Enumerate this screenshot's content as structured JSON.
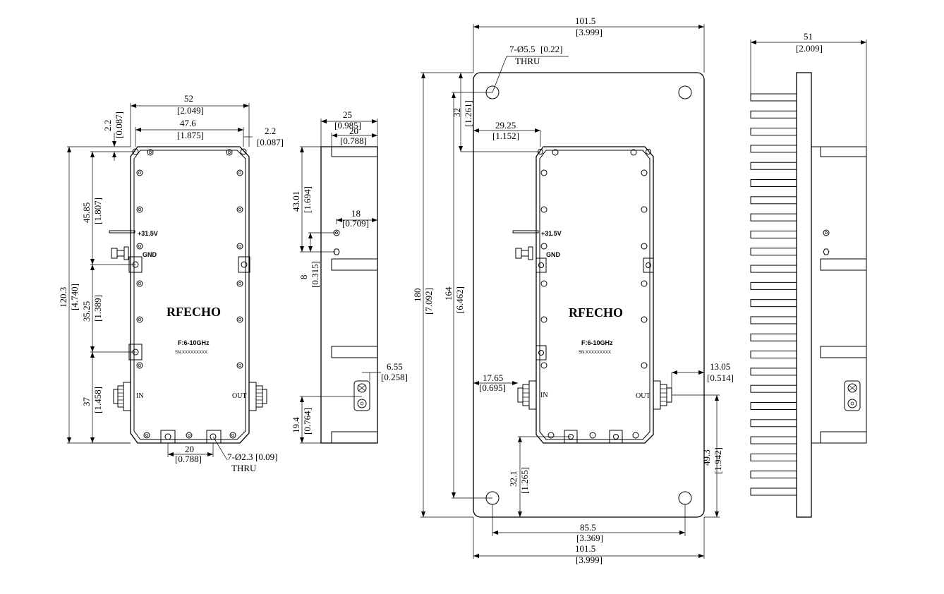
{
  "colors": {
    "line": "#000000",
    "background": "#ffffff"
  },
  "brand": "RFECHO",
  "module": {
    "supply_label": "+31.5V",
    "gnd_label": "GND",
    "freq_label": "F:6-10GHz",
    "serial_label": "SN:XXXXXXXXX",
    "in_label": "IN",
    "out_label": "OUT"
  },
  "front_view": {
    "width": {
      "mm": "52",
      "in": "[2.049]"
    },
    "inner_width": {
      "mm": "47.6",
      "in": "[1.875]"
    },
    "left_edge": {
      "mm": "2.2",
      "in": "[0.087]"
    },
    "right_edge": {
      "mm": "2.2",
      "in": "[0.087]"
    },
    "height": {
      "mm": "120.3",
      "in": "[4.740]"
    },
    "hole_span_top": {
      "mm": "45.85",
      "in": "[1.807]"
    },
    "hole_span_mid": {
      "mm": "35.25",
      "in": "[1.389]"
    },
    "hole_span_bottom": {
      "mm": "37",
      "in": "[1.458]"
    },
    "tab_spacing": {
      "mm": "20",
      "in": "[0.788]"
    },
    "holes_note": "7-Ø2.3",
    "holes_note_in": "[0.09]",
    "thru": "THRU"
  },
  "side_view": {
    "depth": {
      "mm": "25",
      "in": "[0.985]"
    },
    "flange": {
      "mm": "20",
      "in": "[0.788]"
    },
    "pin_top": {
      "mm": "43.01",
      "in": "[1.694]"
    },
    "pin_offset": {
      "mm": "18",
      "in": "[0.709]"
    },
    "pin_spacing": {
      "mm": "8",
      "in": "[0.315]"
    },
    "conn_offset": {
      "mm": "6.55",
      "in": "[0.258]"
    },
    "conn_height": {
      "mm": "19.4",
      "in": "[0.764]"
    }
  },
  "heatsink_view": {
    "width_top": {
      "mm": "101.5",
      "in": "[3.999]"
    },
    "width_bottom": {
      "mm": "101.5",
      "in": "[3.999]"
    },
    "height": {
      "mm": "180",
      "in": "[7.092]"
    },
    "hole_span": {
      "mm": "164",
      "in": "[6.462]"
    },
    "top_offset": {
      "mm": "32",
      "in": "[1.261]"
    },
    "module_offset": {
      "mm": "29.25",
      "in": "[1.152]"
    },
    "in_offset": {
      "mm": "17.65",
      "in": "[0.695]"
    },
    "out_offset": {
      "mm": "13.05",
      "in": "[0.514]"
    },
    "bottom_offset": {
      "mm": "32.1",
      "in": "[1.265]"
    },
    "out_height": {
      "mm": "49.3",
      "in": "[1.942]"
    },
    "hole_spacing": {
      "mm": "85.5",
      "in": "[3.369]"
    },
    "holes_note": "7-Ø5.5",
    "holes_note_in": "[0.22]",
    "thru": "THRU"
  },
  "fin_view": {
    "depth": {
      "mm": "51",
      "in": "[2.009]"
    }
  }
}
